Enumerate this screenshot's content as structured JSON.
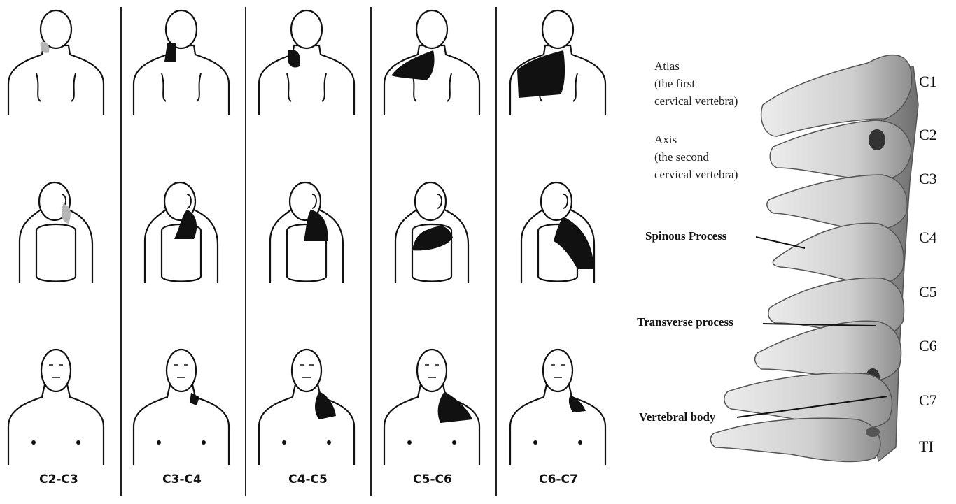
{
  "columns": [
    {
      "label": "C2-C3"
    },
    {
      "label": "C3-C4"
    },
    {
      "label": "C4-C5"
    },
    {
      "label": "C5-C6"
    },
    {
      "label": "C6-C7"
    }
  ],
  "spine_annotations": {
    "atlas_line1": "Atlas",
    "atlas_line2": "(the first",
    "atlas_line3": "cervical vertebra)",
    "axis_line1": "Axis",
    "axis_line2": "(the second",
    "axis_line3": "cervical vertebra)",
    "spinous": "Spinous Process",
    "transverse": "Transverse process",
    "vertebral": "Vertebral body"
  },
  "vertebrae": [
    "C1",
    "C2",
    "C3",
    "C4",
    "C5",
    "C6",
    "C7",
    "TI"
  ],
  "colors": {
    "pain_light": "#b5b5b5",
    "pain_dark": "#111111",
    "bone": "#d7d7d7"
  }
}
